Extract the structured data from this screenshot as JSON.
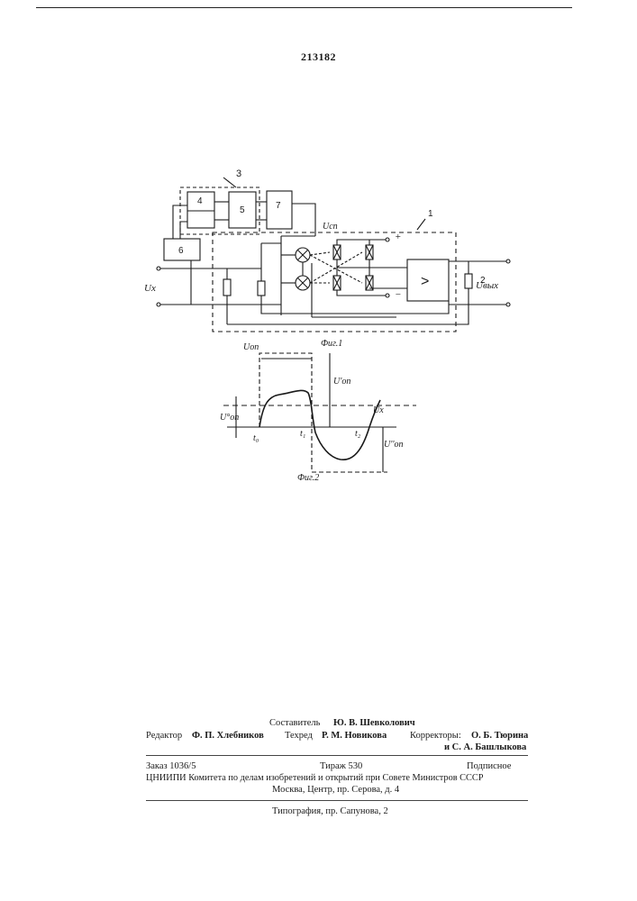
{
  "patent_number": "213182",
  "fig1": {
    "caption": "Фиг.1",
    "block_labels": [
      "3",
      "4",
      "5",
      "7",
      "6",
      "1",
      "2"
    ],
    "ucn_label": "Uсп",
    "ux_label": "Uх",
    "uout_label": "Uвых",
    "plus": "+",
    "minus": "−",
    "amplifier_symbol": ">"
  },
  "fig2": {
    "caption": "Фиг.2",
    "labels": {
      "u_on": "Uоп",
      "u_on_prime": "U'оп",
      "u_on_zero": "U°оп",
      "u_on_double": "U''оп",
      "ux": "Uх",
      "t0": "t₀",
      "t1": "t₁",
      "t2": "t₂"
    }
  },
  "imprint": {
    "compiler_prefix": "Составитель",
    "compiler_name": "Ю. В. Шевколович",
    "editor_prefix": "Редактор",
    "editor_name": "Ф. П. Хлебников",
    "techred_prefix": "Техред",
    "techred_name": "Р. М. Новикова",
    "correctors_prefix": "Корректоры:",
    "corrector_1": "О. Б. Тюрина",
    "corrector_2": "и С. А. Башлыкова",
    "order": "Заказ 1036/5",
    "circulation": "Тираж 530",
    "subscription": "Подписное",
    "institute": "ЦНИИПИ Комитета по делам изобретений и открытий при Совете Министров СССР",
    "address": "Москва, Центр, пр. Серова, д. 4",
    "printing": "Типография, пр. Сапунова, 2"
  }
}
